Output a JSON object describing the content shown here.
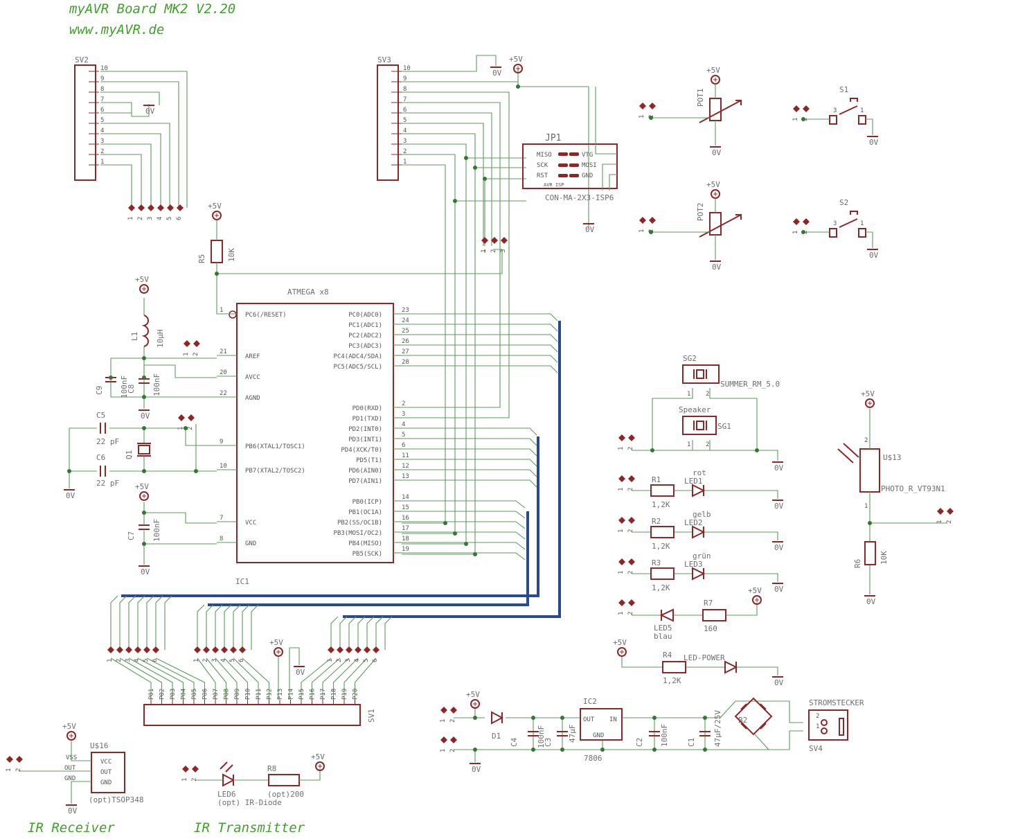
{
  "header": {
    "title": "myAVR Board MK2 V2.20",
    "url": "www.myAVR.de"
  },
  "footer": {
    "ir_receiver": "IR Receiver",
    "ir_transmitter": "IR Transmitter"
  },
  "mcu": {
    "title": "ATMEGA x8",
    "ref": "IC1",
    "left_pins": [
      {
        "num": "1",
        "name": "PC6(/RESET)"
      },
      {
        "num": "21",
        "name": "AREF"
      },
      {
        "num": "20",
        "name": "AVCC"
      },
      {
        "num": "22",
        "name": "AGND"
      },
      {
        "num": "9",
        "name": "PB6(XTAL1/TOSC1)"
      },
      {
        "num": "10",
        "name": "PB7(XTAL2/TOSC2)"
      },
      {
        "num": "7",
        "name": "VCC"
      },
      {
        "num": "8",
        "name": "GND"
      }
    ],
    "right_pins": [
      {
        "num": "23",
        "name": "PC0(ADC0)"
      },
      {
        "num": "24",
        "name": "PC1(ADC1)"
      },
      {
        "num": "25",
        "name": "PC2(ADC2)"
      },
      {
        "num": "26",
        "name": "PC3(ADC3)"
      },
      {
        "num": "27",
        "name": "PC4(ADC4/SDA)"
      },
      {
        "num": "28",
        "name": "PC5(ADC5/SCL)"
      },
      {
        "num": "2",
        "name": "PD0(RXD)"
      },
      {
        "num": "3",
        "name": "PD1(TXD)"
      },
      {
        "num": "4",
        "name": "PD2(INT0)"
      },
      {
        "num": "5",
        "name": "PD3(INT1)"
      },
      {
        "num": "6",
        "name": "PD4(XCK/T0)"
      },
      {
        "num": "11",
        "name": "PD5(T1)"
      },
      {
        "num": "12",
        "name": "PD6(AIN0)"
      },
      {
        "num": "13",
        "name": "PD7(AIN1)"
      },
      {
        "num": "14",
        "name": "PB0(ICP)"
      },
      {
        "num": "15",
        "name": "PB1(OC1A)"
      },
      {
        "num": "16",
        "name": "PB2(SS/OC1B)"
      },
      {
        "num": "17",
        "name": "PB3(MOSI/OC2)"
      },
      {
        "num": "18",
        "name": "PB4(MISO)"
      },
      {
        "num": "19",
        "name": "PB5(SCK)"
      }
    ]
  },
  "connectors": {
    "sv2": "SV2",
    "sv3": "SV3",
    "sv1": "SV1",
    "sv4": "SV4",
    "jp1": "JP1",
    "jp1_value": "CON-MA-2X3-ISP6",
    "jp1_pins": [
      "MISO",
      "SCK",
      "RST",
      "VTG",
      "MOSI",
      "GND"
    ],
    "jp1_sub": "AVR ISP",
    "header_pins": [
      "10",
      "9",
      "8",
      "7",
      "6",
      "5",
      "4",
      "3",
      "2",
      "1"
    ],
    "sv1_pins": [
      "P01",
      "P02",
      "P03",
      "P04",
      "P05",
      "P06",
      "P07",
      "P08",
      "P09",
      "P10",
      "P11",
      "P12",
      "P13",
      "P14",
      "P15",
      "P16",
      "P17",
      "P18",
      "P19",
      "P20"
    ],
    "stromstecker": "STROMSTECKER"
  },
  "power": {
    "vcc": "+5V",
    "gnd": "0V"
  },
  "parts": {
    "r5": "R5",
    "r5_val": "10K",
    "l1": "L1",
    "l1_val": "10µH",
    "c9": "C9",
    "c9_val": "100nF",
    "c8": "C8",
    "c8_val": "100nF",
    "c5": "C5",
    "c6": "C6",
    "c_xtal": "22 pF",
    "q1": "Q1",
    "c7": "C7",
    "c7_val": "100nF",
    "pot1": "POT1",
    "pot2": "POT2",
    "s1": "S1",
    "s2": "S2",
    "sg2": "SG2",
    "sg2_val": "SUMMER_RM_5.0",
    "sg1": "SG1",
    "speaker": "Speaker",
    "r1": "R1",
    "r2": "R2",
    "r3": "R3",
    "r_led_val": "1,2K",
    "led1": "LED1",
    "led1_col": "rot",
    "led2": "LED2",
    "led2_col": "gelb",
    "led3": "LED3",
    "led3_col": "grün",
    "led5": "LED5",
    "led5_col": "blau",
    "r7": "R7",
    "r7_val": "160",
    "r4": "R4",
    "r4_val": "1,2K",
    "led_power": "LED-POWER",
    "u13": "U$13",
    "u13_val": "PHOTO_R_VT93N1",
    "r6": "R6",
    "r6_val": "10K",
    "u16": "U$16",
    "u16_val": "(opt)TSOP348",
    "u16_pins": [
      "VCC",
      "OUT",
      "GND"
    ],
    "u16_ext": [
      "VSS",
      "OUT",
      "GND"
    ],
    "led6": "LED6",
    "led6_opt": "(opt) IR-Diode",
    "r8": "R8",
    "r8_val": "(opt)200",
    "d1": "D1",
    "c4": "C4",
    "c4_val": "100nF",
    "c3": "C3",
    "c3_val": "47µF",
    "ic2": "IC2",
    "ic2_val": "7806",
    "ic2_pins": [
      "OUT",
      "IN",
      "GND"
    ],
    "c2": "C2",
    "c2_val": "100nF",
    "c1": "C1",
    "c1_val": "47µF/25V",
    "b2": "B2"
  },
  "colors": {
    "wire": "#5a9a5a",
    "part": "#8e2626",
    "bus": "#2a4a8f",
    "title": "#3fa02a"
  }
}
